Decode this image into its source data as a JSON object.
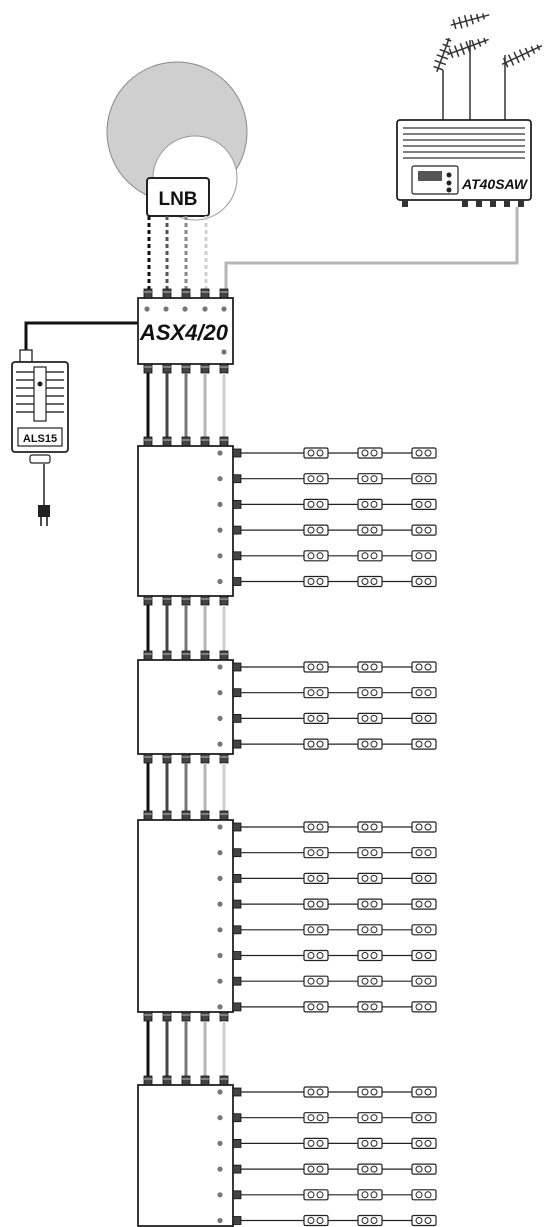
{
  "labels": {
    "lnb": "LNB",
    "headend_switch": "ASX4/20",
    "terrestrial_amp": "AT40SAW",
    "power_supply": "ALS15"
  },
  "colors": {
    "line_black": "#111111",
    "line_dark_gray": "#444444",
    "line_mid_gray": "#777777",
    "line_light_gray": "#b5b5b5",
    "line_pale_gray": "#cfcfcf",
    "dish_fill": "#cfcfcf",
    "box_fill": "#ffffff",
    "box_stroke": "#222222"
  },
  "icons": [
    "satellite-dish-icon",
    "tv-antenna-icon",
    "power-plug-icon",
    "tv-outlet-icon"
  ],
  "cascade": {
    "units": 4,
    "outputs_per_unit": [
      6,
      4,
      8,
      6
    ],
    "outlets_per_line": 3
  }
}
